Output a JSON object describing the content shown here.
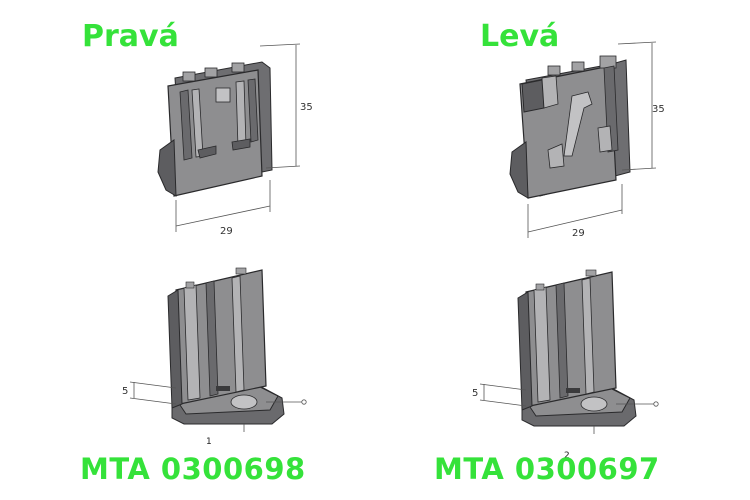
{
  "colors": {
    "title_green": "#35e23a",
    "part_fill": "#8e8e90",
    "part_dark": "#5d5d60",
    "part_light": "#b3b3b5",
    "outline": "#2a2a2c",
    "dim_line": "#555555"
  },
  "titles": {
    "right": "Pravá",
    "left": "Levá"
  },
  "codes": {
    "right": "MTA 0300698",
    "left": "MTA 0300697"
  },
  "dimensions": {
    "height": "35",
    "width": "29",
    "thickness": "5"
  },
  "index_numbers": {
    "right": "1",
    "left": "2"
  }
}
